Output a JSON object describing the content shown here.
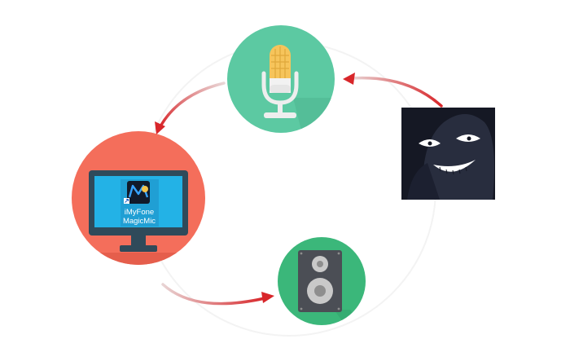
{
  "app_icon": {
    "line1": "iMyFone",
    "line2": "MagicMic",
    "icon_name": "magicmic-app-icon"
  },
  "nodes": {
    "microphone": {
      "icon": "microphone-icon",
      "color": "#5cc9a2"
    },
    "computer": {
      "icon": "monitor-icon",
      "color": "#f46e5b"
    },
    "speaker": {
      "icon": "speaker-icon",
      "color": "#3bb77a"
    },
    "avatar": {
      "icon": "shadow-face-avatar"
    }
  },
  "arrow_color": "#d8262a"
}
